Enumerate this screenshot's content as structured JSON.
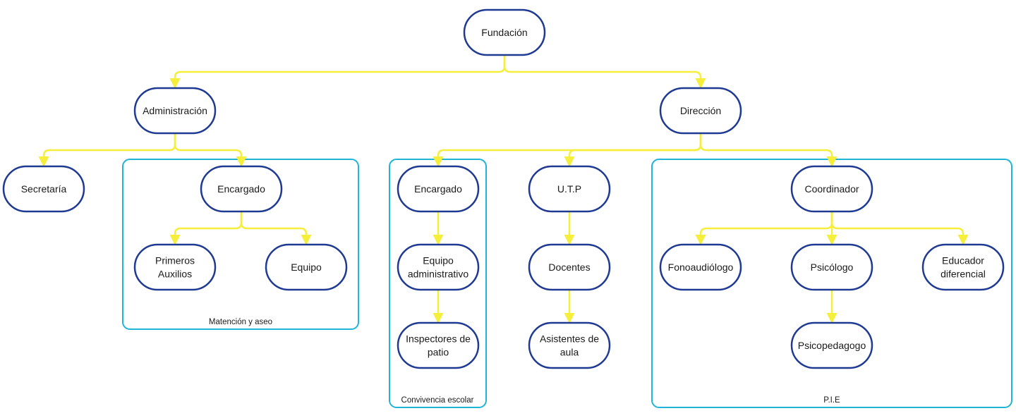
{
  "nodes": {
    "fundacion": "Fundación",
    "administracion": "Administración",
    "direccion": "Dirección",
    "secretaria": "Secretaría",
    "encargado_mant": "Encargado",
    "primeros_auxilios": [
      "Primeros",
      "Auxilios"
    ],
    "equipo": "Equipo",
    "encargado_conv": "Encargado",
    "equipo_admin": [
      "Equipo",
      "administrativo"
    ],
    "inspectores": [
      "Inspectores de",
      "patio"
    ],
    "utp": "U.T.P",
    "docentes": "Docentes",
    "asistentes": [
      "Asistentes de",
      "aula"
    ],
    "coordinador": "Coordinador",
    "fonoaudiologo": "Fonoaudiólogo",
    "psicologo": "Psicólogo",
    "educador": [
      "Educador",
      "diferencial"
    ],
    "psicopedagogo": "Psicopedagogo"
  },
  "groups": {
    "mantencion": "Matención y aseo",
    "convivencia": "Convivencia escolar",
    "pie": "P.I.E"
  },
  "colors": {
    "node_border": "#1f3a93",
    "group_border": "#1fb4d8",
    "connector": "#f5ee3a"
  }
}
